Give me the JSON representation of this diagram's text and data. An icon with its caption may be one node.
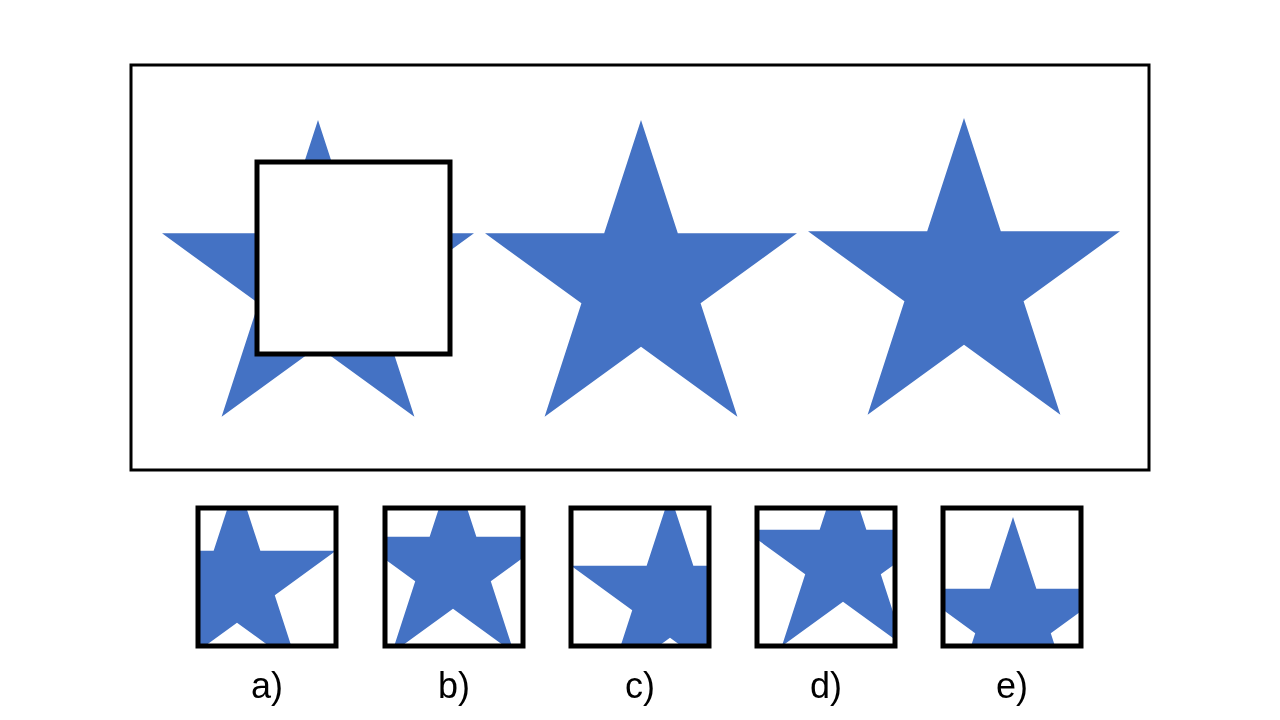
{
  "diagram": {
    "labels": [
      "a)",
      "b)",
      "c)",
      "d)",
      "e)"
    ]
  }
}
